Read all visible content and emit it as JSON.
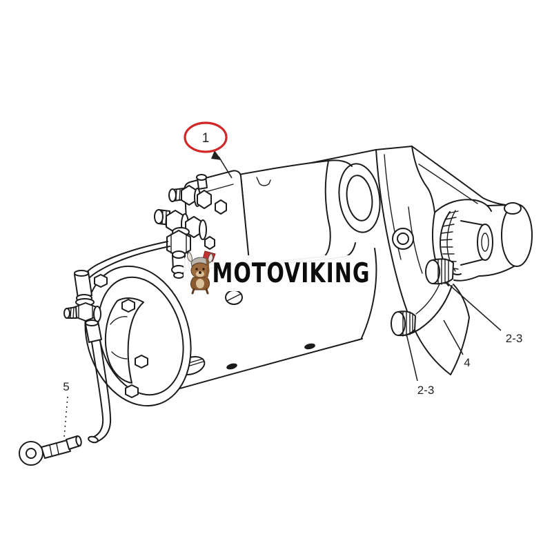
{
  "figure": {
    "subject": "starter-motor-line-drawing",
    "style": "technical-parts-diagram"
  },
  "callouts": [
    {
      "id": "part-1",
      "label": "1",
      "highlighted": true
    },
    {
      "id": "part-2-3-upper",
      "label": "2-3",
      "highlighted": false
    },
    {
      "id": "part-4",
      "label": "4",
      "highlighted": false
    },
    {
      "id": "part-2-3-lower",
      "label": "2-3",
      "highlighted": false
    },
    {
      "id": "part-5",
      "label": "5",
      "highlighted": false
    }
  ],
  "watermark": {
    "brand_text": "MOTOVIKING",
    "logo": "viking-dog-icon"
  },
  "colors": {
    "highlight": "#d02828",
    "line_art": "#1b1b1b",
    "label_text": "#222222",
    "watermark_bg": "rgba(255,255,255,0.94)",
    "watermark_text": "#0c0c0c",
    "mascot_fur": "#9c6b3f",
    "mascot_fur_dark": "#8a5a30",
    "mascot_helmet": "#b9b4ac",
    "mascot_axe": "#c53030"
  }
}
